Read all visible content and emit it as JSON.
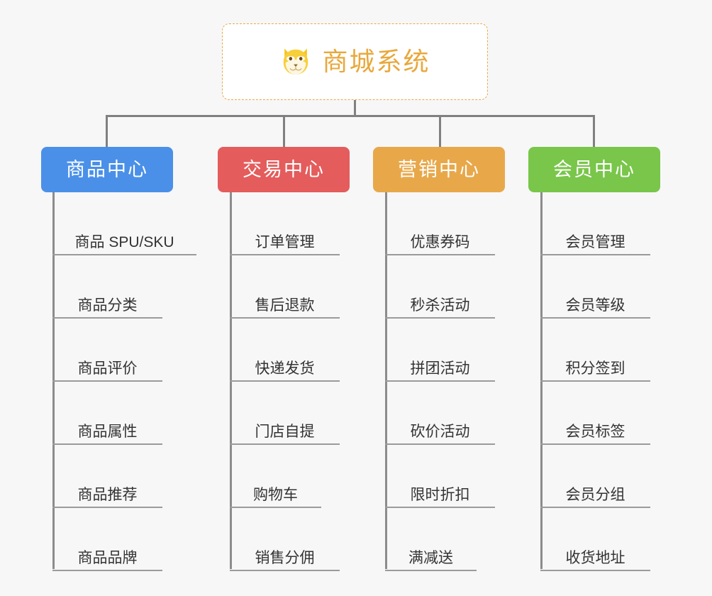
{
  "diagram": {
    "type": "org-chart",
    "background_color": "#f7f7f7",
    "root": {
      "title": "商城系统",
      "icon": "dog-face-icon",
      "text_color": "#e8a83c",
      "border_color": "#e8a84a",
      "background_color": "#ffffff"
    },
    "connector_color": "#808080",
    "leaf_text_color": "#333333",
    "leaf_underline_color": "#9b9b9b",
    "categories": [
      {
        "label": "商品中心",
        "color": "#4a90e8",
        "key": "product-center",
        "items": [
          "商品 SPU/SKU",
          "商品分类",
          "商品评价",
          "商品属性",
          "商品推荐",
          "商品品牌"
        ]
      },
      {
        "label": "交易中心",
        "color": "#e45c5c",
        "key": "trade-center",
        "items": [
          "订单管理",
          "售后退款",
          "快递发货",
          "门店自提",
          "购物车",
          "销售分佣"
        ]
      },
      {
        "label": "营销中心",
        "color": "#e8a84a",
        "key": "marketing-center",
        "items": [
          "优惠券码",
          "秒杀活动",
          "拼团活动",
          "砍价活动",
          "限时折扣",
          "满减送"
        ]
      },
      {
        "label": "会员中心",
        "color": "#79c64a",
        "key": "member-center",
        "items": [
          "会员管理",
          "会员等级",
          "积分签到",
          "会员标签",
          "会员分组",
          "收货地址"
        ]
      }
    ]
  }
}
